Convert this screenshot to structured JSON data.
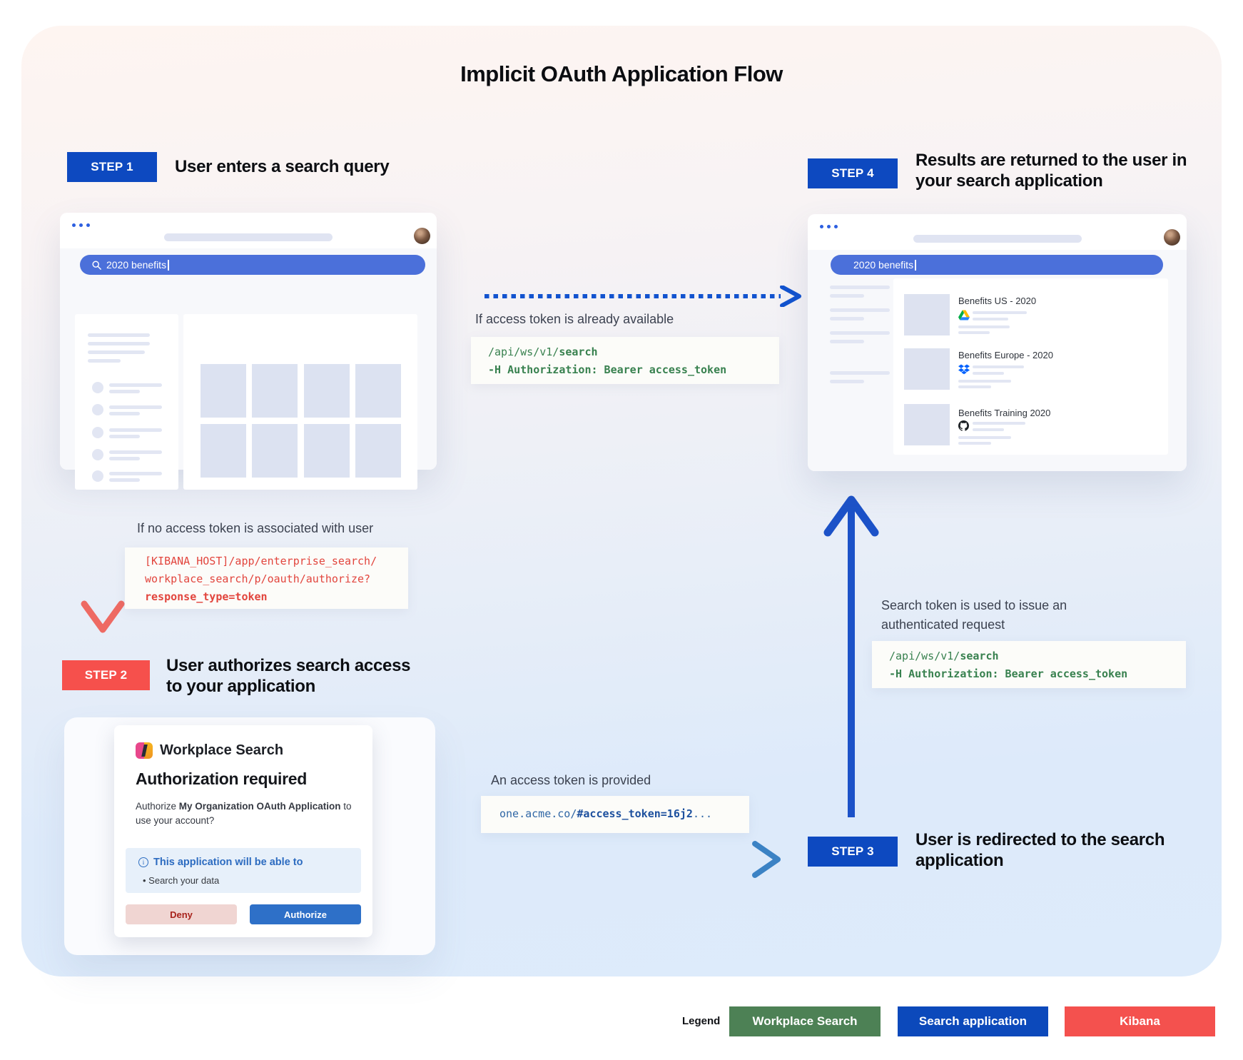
{
  "title": "Implicit OAuth Application Flow",
  "steps": {
    "step1": {
      "badge": "STEP 1",
      "heading": "User enters a search query"
    },
    "step2": {
      "badge": "STEP 2",
      "heading_line1": "User authorizes search access",
      "heading_line2": "to your application"
    },
    "step3": {
      "badge": "STEP 3",
      "heading_line1": "User is redirected to the search",
      "heading_line2": "application"
    },
    "step4": {
      "badge": "STEP 4",
      "heading_line1": "Results are returned to the user in",
      "heading_line2": "your search application"
    }
  },
  "labels": {
    "token_available": "If access token is already available",
    "no_token": "If no access token is associated with user",
    "token_provided": "An access token is provided",
    "token_used_line1": "Search token is used to issue an",
    "token_used_line2": "authenticated request"
  },
  "code": {
    "api_search_1": {
      "line1_pre": "/api/ws/v1/",
      "line1_bold": "search",
      "line2": "-H Authorization: Bearer access_token"
    },
    "kibana_authorize": {
      "line1": "[KIBANA_HOST]/app/enterprise_search/",
      "line2": "workplace_search/p/oauth/authorize?",
      "line3_bold": "response_type=token"
    },
    "redirect": {
      "pre": "one.acme.co/",
      "bold": "#access_token=16j2",
      "ellipsis": "..."
    },
    "api_search_2": {
      "line1_pre": "/api/ws/v1/",
      "line1_bold": "search",
      "line2": "-H Authorization: Bearer access_token"
    }
  },
  "browser_step1": {
    "search_query": "2020 benefits"
  },
  "browser_step4": {
    "search_query": "2020 benefits",
    "results": [
      {
        "title": "Benefits US - 2020",
        "source_icon": "google-drive-icon"
      },
      {
        "title": "Benefits Europe - 2020",
        "source_icon": "dropbox-icon"
      },
      {
        "title": "Benefits Training 2020",
        "source_icon": "github-icon"
      }
    ]
  },
  "auth_dialog": {
    "app_name": "Workplace Search",
    "heading": "Authorization required",
    "body_pre": "Authorize ",
    "body_bold": "My Organization OAuth Application",
    "body_post": " to use your account?",
    "permissions_title": "This application will be able to",
    "permissions": [
      "Search your data"
    ],
    "deny_label": "Deny",
    "authorize_label": "Authorize"
  },
  "legend": {
    "label": "Legend",
    "items": [
      {
        "label": "Workplace Search",
        "color": "#4d8155"
      },
      {
        "label": "Search application",
        "color": "#0c49bb"
      },
      {
        "label": "Kibana",
        "color": "#f4514e"
      }
    ]
  },
  "colors": {
    "step_badge_blue": "#0d49c0",
    "step_badge_red": "#f6504c",
    "search_bar_blue": "#4b70da",
    "code_green": "#38814f",
    "code_red": "#e2453d",
    "code_blue": "#2f66a5",
    "arrow_blue": "#1c52c8",
    "arrow_red": "#ee6a63"
  }
}
